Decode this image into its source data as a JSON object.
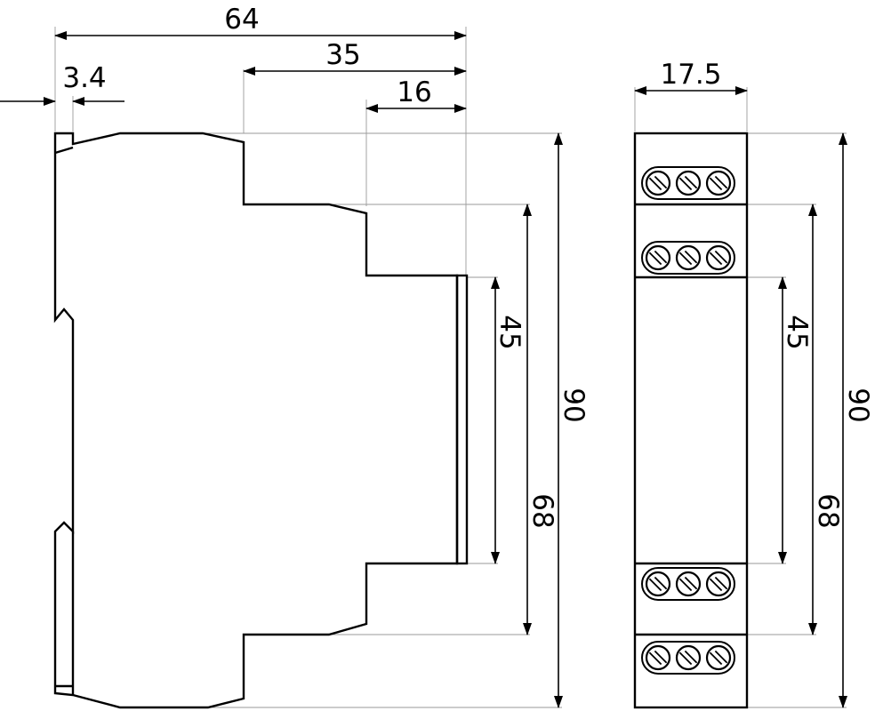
{
  "dimensions": {
    "overall_depth": "64",
    "depth_35": "35",
    "depth_16": "16",
    "rail_offset": "3.4",
    "module_width": "17.5",
    "height_45_side": "45",
    "height_68_side": "68",
    "height_90_side": "90",
    "height_45_front": "45",
    "height_68_front": "68",
    "height_90_front": "90"
  },
  "terminals": {
    "rows": 4,
    "screws_per_row": 3
  },
  "colors": {
    "line": "#000000",
    "extension": "#9a9a9a",
    "background": "#ffffff"
  }
}
